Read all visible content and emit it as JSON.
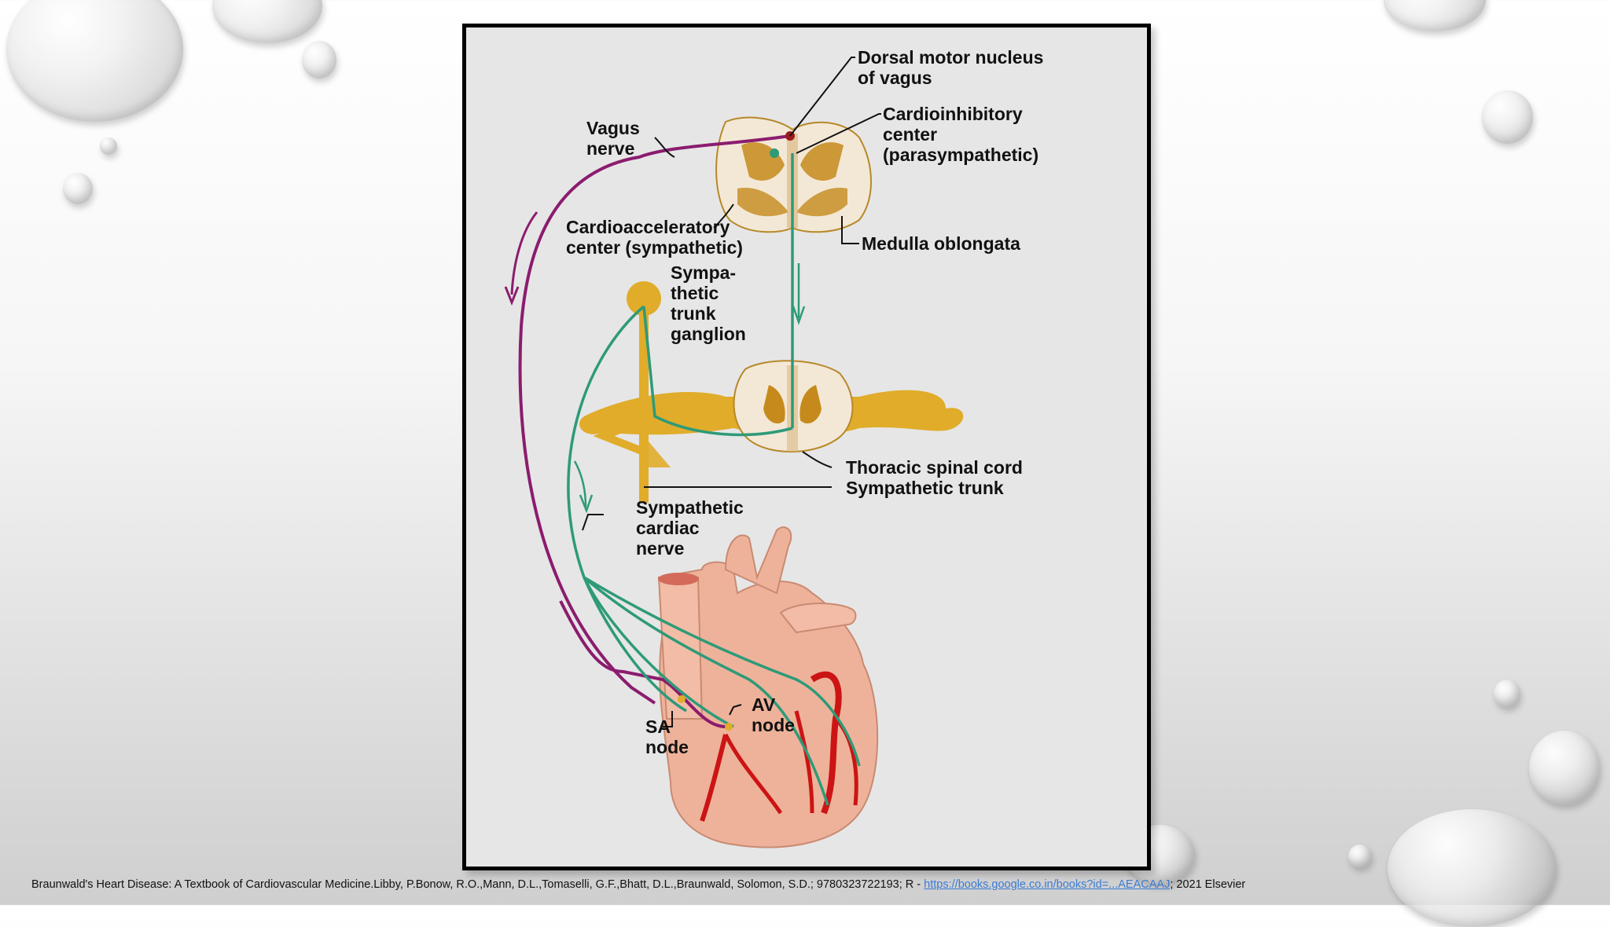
{
  "labels": {
    "dorsal_motor_1": "Dorsal motor nucleus",
    "dorsal_motor_2": "of vagus",
    "cardioinhibitory_1": "Cardioinhibitory",
    "cardioinhibitory_2": "center",
    "cardioinhibitory_3": "(parasympathetic)",
    "vagus_1": "Vagus",
    "vagus_2": "nerve",
    "cardioaccel_1": "Cardioacceleratory",
    "cardioaccel_2": "center (sympathetic)",
    "medulla": "Medulla oblongata",
    "ganglion_1": "Sympa-",
    "ganglion_2": "thetic",
    "ganglion_3": "trunk",
    "ganglion_4": "ganglion",
    "thoracic": "Thoracic spinal cord",
    "sym_trunk": "Sympathetic trunk",
    "cardiac_nerve_1": "Sympathetic",
    "cardiac_nerve_2": "cardiac",
    "cardiac_nerve_3": "nerve",
    "sa_1": "SA",
    "sa_2": "node",
    "av_1": "AV",
    "av_2": "node"
  },
  "citation": {
    "text": "Braunwald's Heart Disease: A Textbook of Cardiovascular Medicine.Libby, P.Bonow, R.O.,Mann, D.L.,Tomaselli, G.F.,Bhatt, D.L.,Braunwald, Solomon, S.D.; 9780323722193; R  - ",
    "link": "https://books.google.co.in/books?id=...AEACAAJ",
    "suffix": "; 2021 Elsevier"
  },
  "colors": {
    "vagus": "#8b1c6e",
    "sympathetic": "#2e9a78",
    "cord": "#d9a521",
    "heart": "#eeb29a",
    "vessel": "#cc1414"
  }
}
